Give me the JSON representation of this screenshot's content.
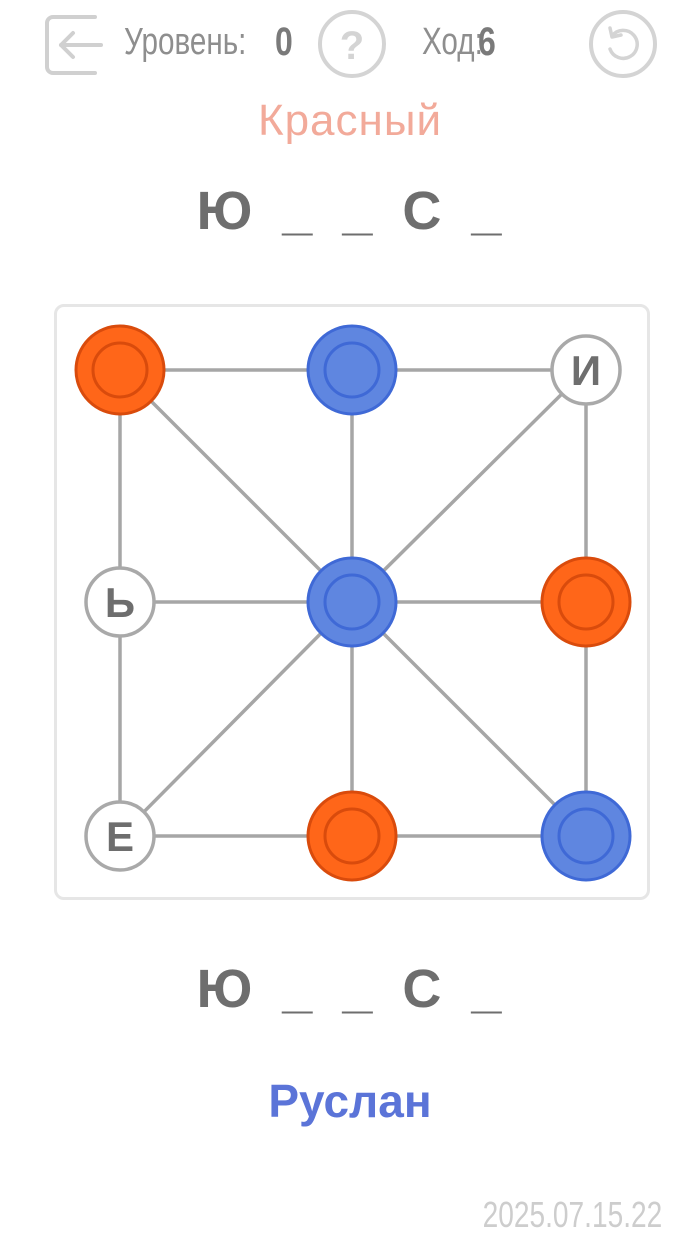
{
  "header": {
    "level_label": "Уровень:",
    "level_value": "0",
    "move_label": "Ход:",
    "move_value": "6",
    "exit_icon": "exit-arrow-icon",
    "help_icon": "question-mark-icon",
    "restart_icon": "restart-icon"
  },
  "turn_label": "Красный",
  "word_top": [
    "Ю",
    "_",
    "_",
    "С",
    "_"
  ],
  "word_bottom": [
    "Ю",
    "_",
    "_",
    "С",
    "_"
  ],
  "board": {
    "nodes": [
      {
        "id": "top-left",
        "state": "red",
        "letter": ""
      },
      {
        "id": "top-center",
        "state": "blue",
        "letter": ""
      },
      {
        "id": "top-right",
        "state": "empty",
        "letter": "И"
      },
      {
        "id": "middle-left",
        "state": "empty",
        "letter": "Ь"
      },
      {
        "id": "center",
        "state": "blue",
        "letter": ""
      },
      {
        "id": "middle-right",
        "state": "red",
        "letter": ""
      },
      {
        "id": "bottom-left",
        "state": "empty",
        "letter": "Е"
      },
      {
        "id": "bottom-center",
        "state": "red",
        "letter": ""
      },
      {
        "id": "bottom-right",
        "state": "blue",
        "letter": ""
      }
    ]
  },
  "player_name": "Руслан",
  "version": "2025.07.15.22",
  "colors": {
    "red": "#ff6619",
    "red_stroke": "#d94b0c",
    "blue": "#5f86e0",
    "blue_stroke": "#3f69d6",
    "line": "#a6a6a6",
    "empty_stroke": "#a9a9a9",
    "turn_label": "#f2aa9a",
    "player_name": "#5b74d8"
  }
}
